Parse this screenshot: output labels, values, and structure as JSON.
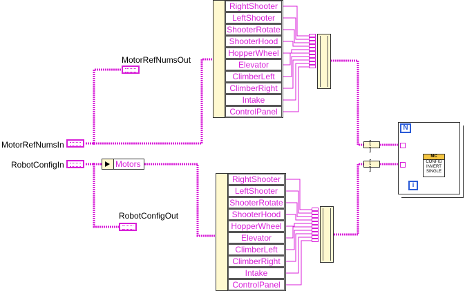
{
  "labels": {
    "motor_ref_in": "MotorRefNumsIn",
    "robot_config_in": "RobotConfigIn",
    "motor_ref_out": "MotorRefNumsOut",
    "robot_config_out": "RobotConfigOut"
  },
  "unbundle_top": [
    "RightShooter",
    "LeftShooter",
    "ShooterRotate",
    "ShooterHood",
    "HopperWheel",
    "Elevator",
    "ClimberLeft",
    "ClimberRight",
    "Intake",
    "ControlPanel"
  ],
  "unbundle_bottom": [
    "RightShooter",
    "LeftShooter",
    "ShooterRotate",
    "ShooterHood",
    "HopperWheel",
    "Elevator",
    "ClimberLeft",
    "ClimberRight",
    "Intake",
    "ControlPanel"
  ],
  "motors_label": "Motors",
  "loop": {
    "count_label": "N",
    "index_label": "i"
  },
  "subvi": {
    "header": "MC",
    "lines": [
      "CONFIG",
      "INVERT",
      "SINGLE"
    ]
  },
  "colors": {
    "wire": "#d81fd8",
    "node_fill": "#fff9d0",
    "loop_blue": "#2a5bd7"
  }
}
